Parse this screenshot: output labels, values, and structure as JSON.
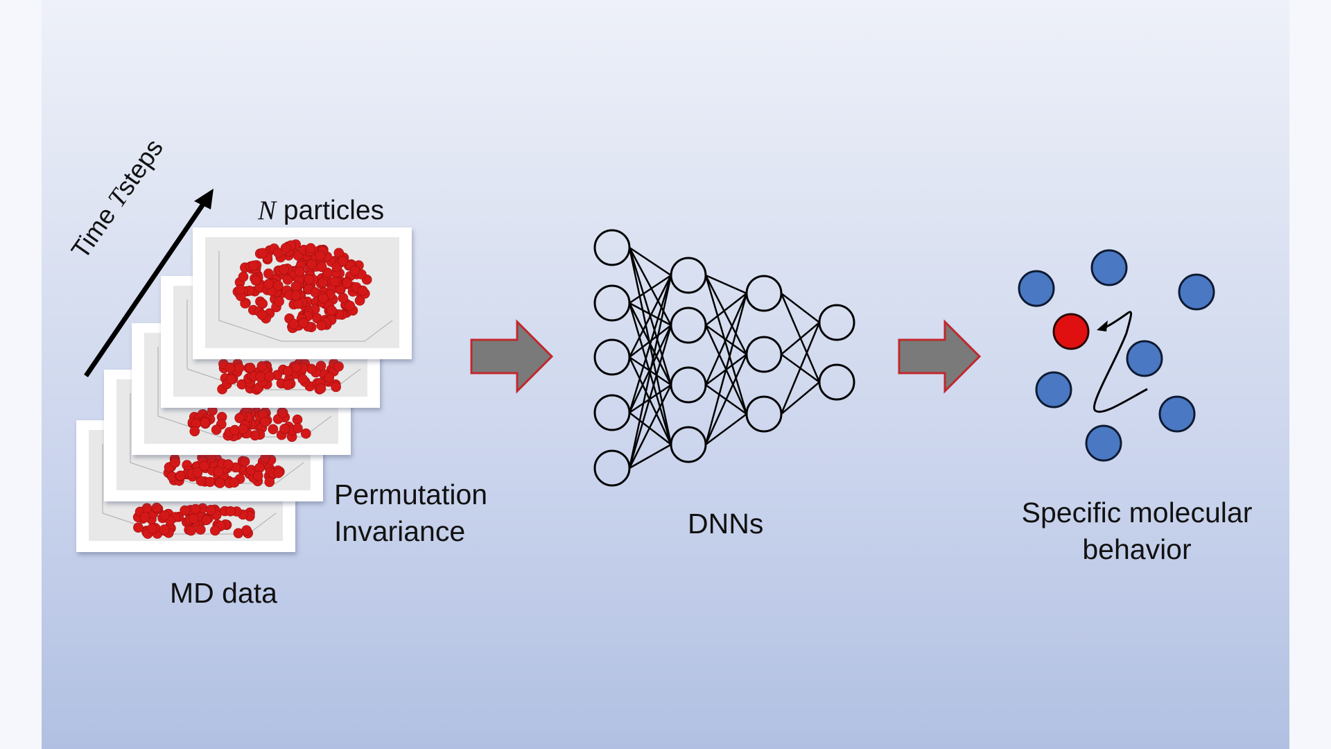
{
  "labels": {
    "time_axis": "Time ",
    "time_var": "T",
    "time_suffix": "steps",
    "particles_var": "N",
    "particles": " particles",
    "permutation_line1": "Permutation",
    "permutation_line2": "Invariance",
    "md_data": "MD data",
    "dnns": "DNNs",
    "behavior_line1": "Specific molecular",
    "behavior_line2": "behavior"
  },
  "network": {
    "layers": [
      5,
      4,
      3,
      2
    ]
  },
  "molecules": {
    "blue_count": 7,
    "red_count": 1
  },
  "colors": {
    "particle_red": "#d41818",
    "molecule_blue": "#4a78c2",
    "molecule_red": "#e01010",
    "arrow_fill": "#7a7a7a",
    "arrow_stroke": "#c0282c"
  }
}
